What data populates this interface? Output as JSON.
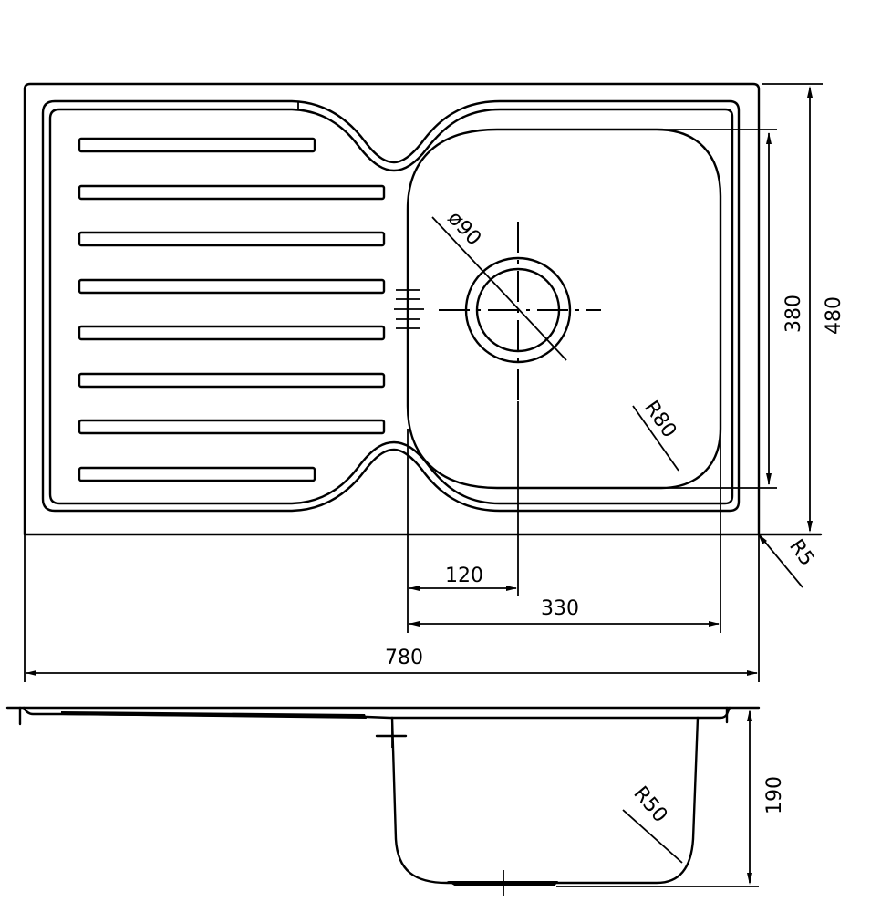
{
  "drawing": {
    "title": "Single bowl sink with drainer - technical drawing",
    "line_color": "#000000",
    "background": "#ffffff",
    "top_view": {
      "drainer_slots": 8,
      "dimensions": {
        "width_total": "780",
        "depth_total": "480",
        "bowl_depth": "380",
        "bowl_width": "330",
        "drain_offset": "120",
        "drain_diameter": "ø90",
        "bowl_corner_radius": "R80",
        "outer_corner_radius": "R5"
      }
    },
    "side_view": {
      "dimensions": {
        "bowl_height": "190",
        "bottom_radius": "R50"
      }
    }
  }
}
